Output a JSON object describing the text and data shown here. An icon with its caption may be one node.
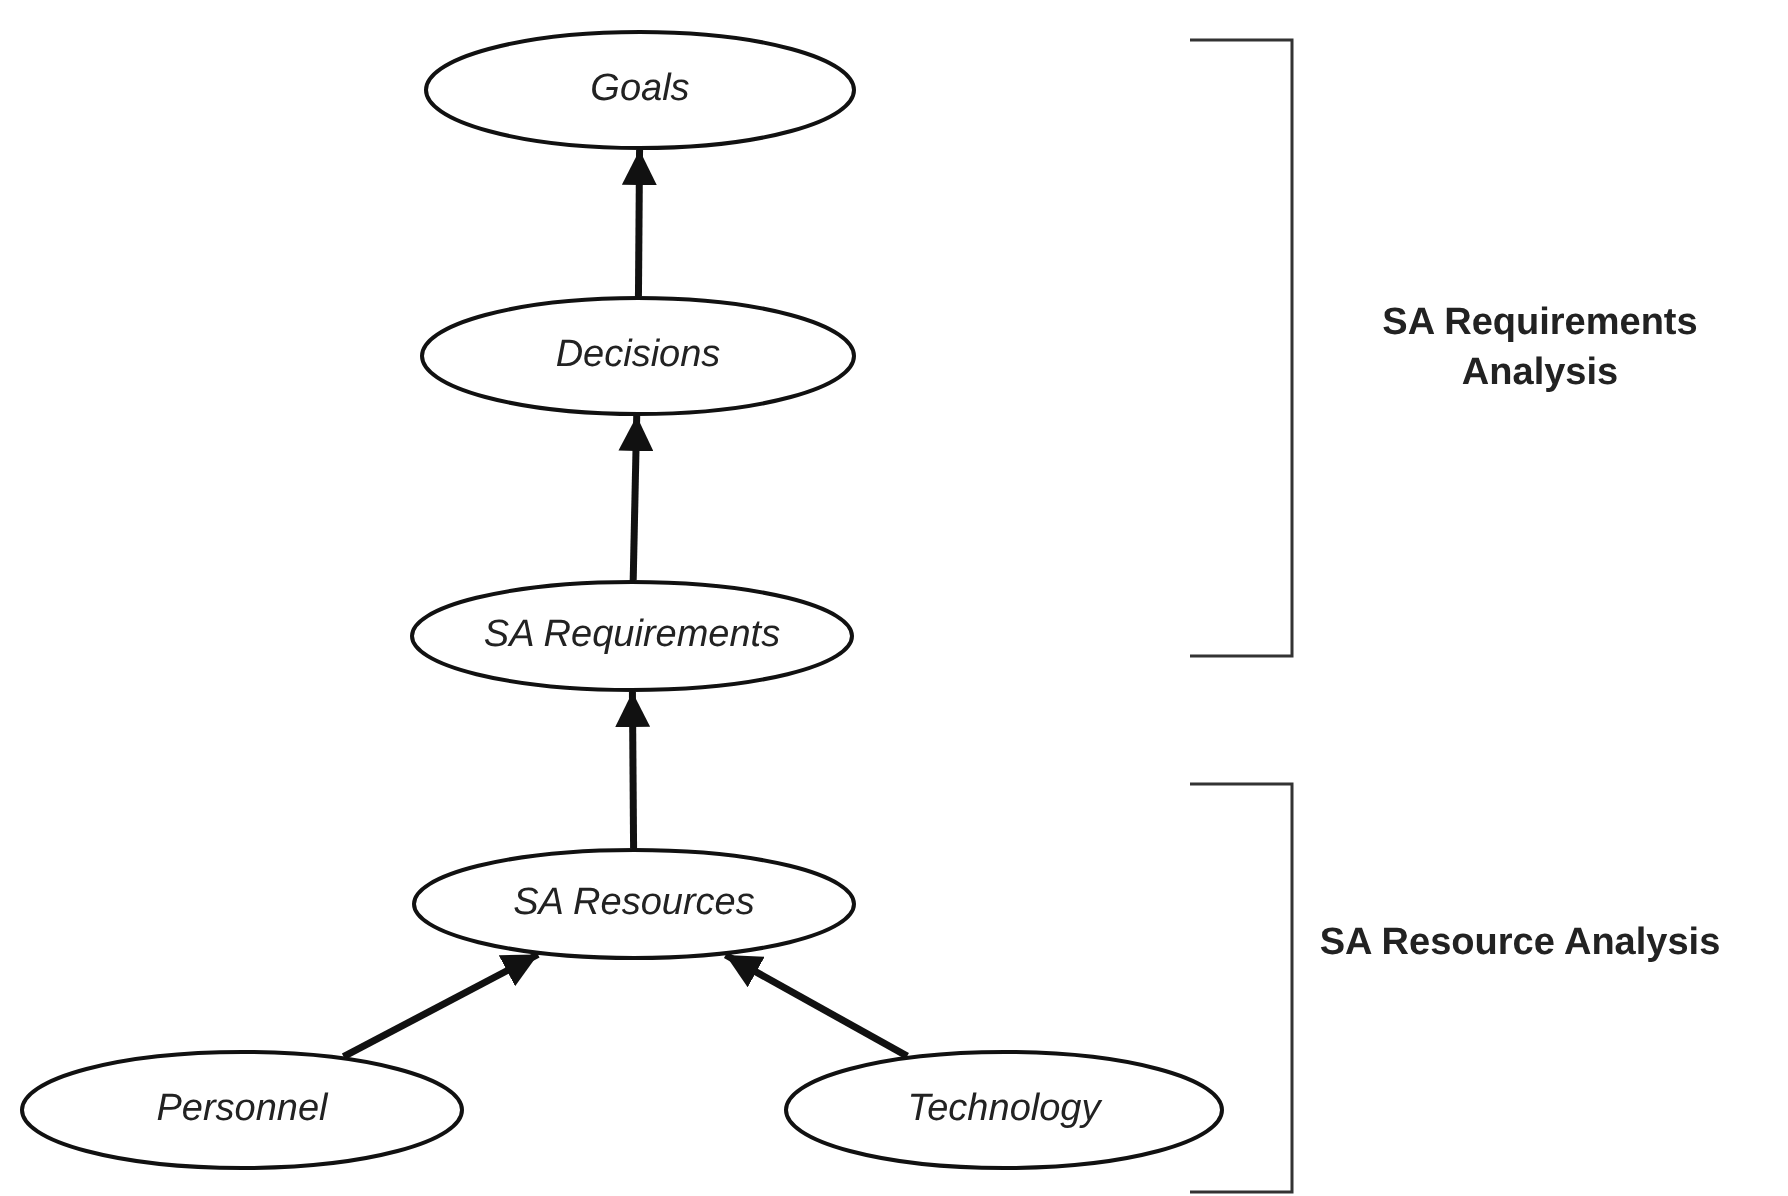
{
  "diagram": {
    "nodes": [
      {
        "text": [
          "Goals"
        ]
      },
      {
        "text": [
          "Decisions"
        ]
      },
      {
        "text": [
          "SA Requirements"
        ]
      },
      {
        "text": [
          "SA Resources"
        ]
      },
      {
        "text": [
          "Personnel"
        ]
      },
      {
        "text": [
          "Technology"
        ]
      }
    ],
    "edges": [
      {
        "from": 1,
        "to": 0,
        "arrow": "to"
      },
      {
        "from": 2,
        "to": 1,
        "arrow": "to"
      },
      {
        "from": 3,
        "to": 2,
        "arrow": "to"
      },
      {
        "from": 4,
        "to": 3,
        "arrow": "to"
      },
      {
        "from": 5,
        "to": 3,
        "arrow": "to"
      }
    ],
    "labels": [
      "SA Requirements Analysis",
      "SA Resource Analysis"
    ]
  }
}
